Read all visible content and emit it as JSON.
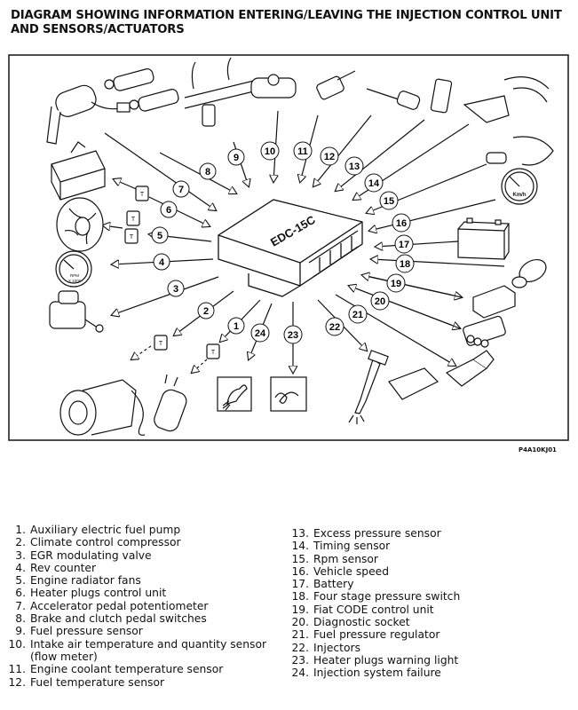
{
  "title": {
    "line1": "DIAGRAM SHOWING INFORMATION ENTERING/LEAVING THE INJECTION CONTROL UNIT",
    "line2": "AND SENSORS/ACTUATORS"
  },
  "diagram": {
    "ecu_label": "EDC-15C",
    "gauge_speed_label": "Km/h",
    "gauge_rev_label": "RPM",
    "gauge_rev_scale": "X 1000",
    "callouts": [
      "1",
      "2",
      "3",
      "4",
      "5",
      "6",
      "7",
      "8",
      "9",
      "10",
      "11",
      "12",
      "13",
      "14",
      "15",
      "16",
      "17",
      "18",
      "19",
      "20",
      "21",
      "22",
      "23",
      "24"
    ],
    "relay_label": "T"
  },
  "figure_id": "P4A10KJ01",
  "legend": {
    "left": [
      {
        "num": "1.",
        "text": "Auxiliary electric fuel pump"
      },
      {
        "num": "2.",
        "text": "Climate control compressor"
      },
      {
        "num": "3.",
        "text": "EGR modulating valve"
      },
      {
        "num": "4.",
        "text": "Rev counter"
      },
      {
        "num": "5.",
        "text": "Engine radiator fans"
      },
      {
        "num": "6.",
        "text": "Heater plugs control unit"
      },
      {
        "num": "7.",
        "text": "Accelerator pedal potentiometer"
      },
      {
        "num": "8.",
        "text": "Brake and clutch pedal switches"
      },
      {
        "num": "9.",
        "text": "Fuel pressure sensor"
      },
      {
        "num": "10.",
        "text": "Intake air temperature and quantity sensor"
      },
      {
        "num": "",
        "text": "(flow meter)"
      },
      {
        "num": "11.",
        "text": "Engine coolant temperature sensor"
      },
      {
        "num": "12.",
        "text": "Fuel temperature sensor"
      }
    ],
    "right": [
      {
        "num": "13.",
        "text": "Excess pressure sensor"
      },
      {
        "num": "14.",
        "text": "Timing sensor"
      },
      {
        "num": "15.",
        "text": "Rpm sensor"
      },
      {
        "num": "16.",
        "text": "Vehicle speed"
      },
      {
        "num": "17.",
        "text": "Battery"
      },
      {
        "num": "18.",
        "text": "Four stage pressure switch"
      },
      {
        "num": "19.",
        "text": "Fiat CODE control unit"
      },
      {
        "num": "20.",
        "text": "Diagnostic socket"
      },
      {
        "num": "21.",
        "text": "Fuel pressure regulator"
      },
      {
        "num": "22.",
        "text": "Injectors"
      },
      {
        "num": "23.",
        "text": "Heater plugs warning light"
      },
      {
        "num": "24.",
        "text": "Injection system failure"
      }
    ]
  }
}
